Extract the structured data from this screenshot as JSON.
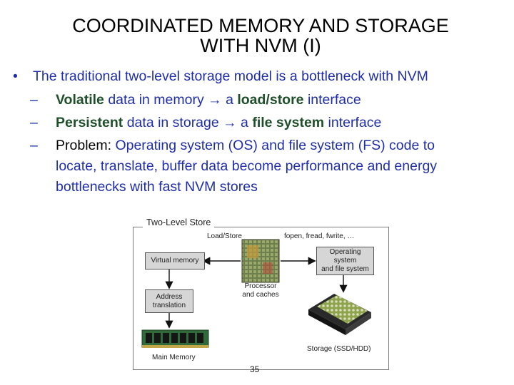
{
  "slide": {
    "title_line1": "COORDINATED MEMORY AND STORAGE",
    "title_line2": "WITH NVM (I)",
    "bullet": "The traditional two-level storage model is a bottleneck with NVM",
    "sub1": {
      "bold": "Volatile",
      "text1": " data in memory ",
      "arrow": "→",
      "text2": " a ",
      "bold2": "load/store",
      "text3": " interface"
    },
    "sub2": {
      "bold": "Persistent",
      "text1": " data in storage ",
      "arrow": "→",
      "text2": " a ",
      "bold2": "file system",
      "text3": " interface"
    },
    "sub3": {
      "lead": "Problem: ",
      "line1": "Operating system (OS) and file system (FS) code to",
      "line2": "locate, translate, buffer data become performance and energy",
      "line3": "bottlenecks with fast NVM stores"
    },
    "page_number": "35"
  },
  "diagram": {
    "title": "Two-Level Store",
    "load_store": "Load/Store",
    "fopen": "fopen, fread, fwrite, …",
    "virtual_memory": "Virtual memory",
    "os_fs_line1": "Operating",
    "os_fs_line2": "system",
    "os_fs_line3": "and file system",
    "processor_line1": "Processor",
    "processor_line2": "and caches",
    "address_line1": "Address",
    "address_line2": "translation",
    "storage": "Storage (SSD/HDD)",
    "main_memory": "Main Memory"
  },
  "colors": {
    "bullet_text": "#1f2ea8",
    "emphasis": "#1f4f2a"
  }
}
